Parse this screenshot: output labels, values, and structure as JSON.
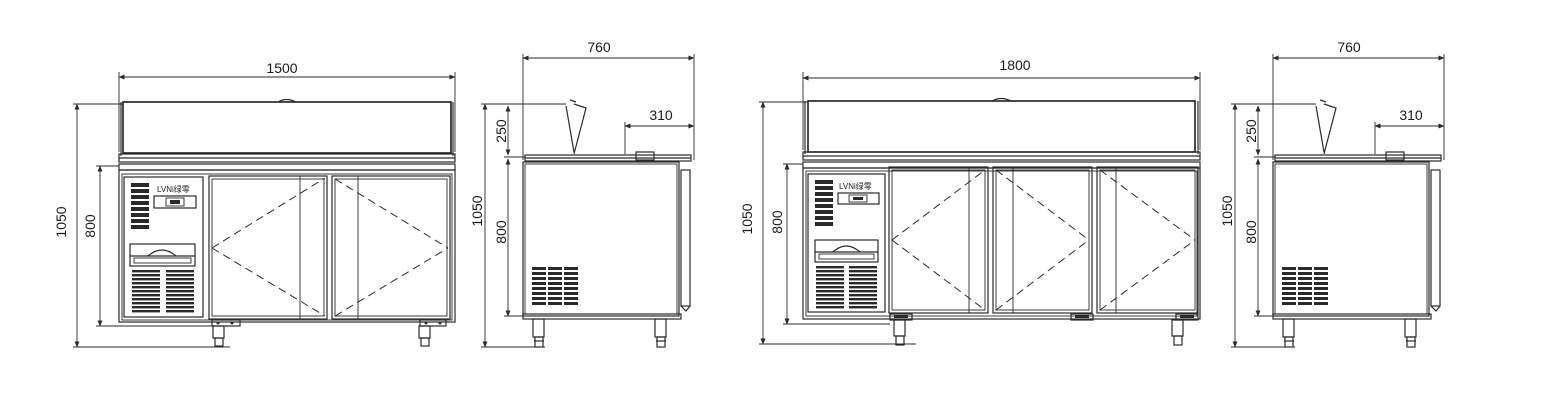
{
  "brand_label": "LVNi绿零",
  "units": [
    {
      "front": {
        "width": "1500",
        "total_height": "1050",
        "body_height": "800"
      },
      "side": {
        "depth": "760",
        "top_depth": "310",
        "top_height": "250",
        "total_height": "1050",
        "body_height": "800"
      }
    },
    {
      "front": {
        "width": "1800",
        "total_height": "1050",
        "body_height": "800"
      },
      "side": {
        "depth": "760",
        "top_depth": "310",
        "top_height": "250",
        "total_height": "1050",
        "body_height": "800"
      }
    }
  ]
}
